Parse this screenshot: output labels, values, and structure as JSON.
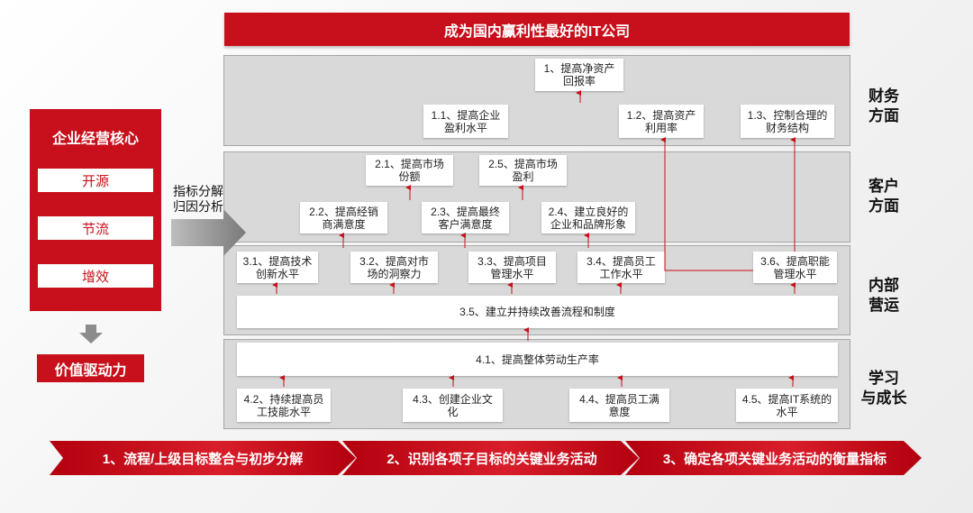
{
  "title": "成为国内赢利性最好的IT公司",
  "core": {
    "title": "企业经营核心",
    "items": [
      "开源",
      "节流",
      "增效"
    ],
    "value_driver": "价值驱动力"
  },
  "analysis_label": "指标分解\n归因分析",
  "perspectives": [
    "财务\n方面",
    "客户\n方面",
    "内部\n营运",
    "学习\n与成长"
  ],
  "financial": {
    "top": "1、提高净资产\n回报率",
    "items": [
      "1.1、提高企业\n盈利水平",
      "1.2、提高资产\n利用率",
      "1.3、控制合理的\n财务结构"
    ]
  },
  "customer": {
    "top": [
      "2.1、提高市场\n份额",
      "2.5、提高市场\n盈利"
    ],
    "items": [
      "2.2、提高经销\n商满意度",
      "2.3、提高最终\n客户满意度",
      "2.4、建立良好的\n企业和品牌形象"
    ]
  },
  "internal": {
    "items": [
      "3.1、提高技术\n创新水平",
      "3.2、提高对市\n场的洞察力",
      "3.3、提高项目\n管理水平",
      "3.4、提高员工\n工作水平",
      "3.6、提高职能\n管理水平"
    ],
    "wide": "3.5、建立并持续改善流程和制度"
  },
  "learning": {
    "wide": "4.1、提高整体劳动生产率",
    "items": [
      "4.2、持续提高员\n工技能水平",
      "4.3、创建企业文\n化",
      "4.4、提高员工满\n意度",
      "4.5、提高IT系统的\n水平"
    ]
  },
  "steps": [
    "1、流程/上级目标整合与初步分解",
    "2、识别各项子目标的关键业务活动",
    "3、确定各项关键业务活动的衡量指标"
  ],
  "colors": {
    "accent": "#c8101c",
    "panel": "#d9d9d9",
    "arrow_gray": "#8c8c8c"
  }
}
